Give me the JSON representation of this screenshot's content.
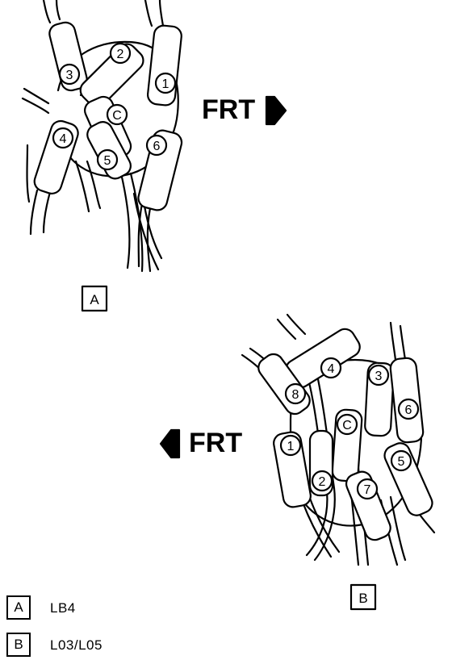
{
  "diagram": {
    "front_label": "FRT",
    "colors": {
      "ink": "#000000",
      "paper": "#ffffff"
    },
    "icons": [
      "arrow-right-icon",
      "arrow-left-icon"
    ],
    "view_a": {
      "tag": "A",
      "coil": "C",
      "wires": [
        "1",
        "2",
        "3",
        "4",
        "5",
        "6"
      ]
    },
    "view_b": {
      "tag": "B",
      "coil": "C",
      "wires": [
        "1",
        "2",
        "3",
        "4",
        "5",
        "6",
        "7",
        "8"
      ]
    }
  },
  "legend": [
    {
      "key": "A",
      "engine": "LB4"
    },
    {
      "key": "B",
      "engine": "L03/L05"
    }
  ]
}
